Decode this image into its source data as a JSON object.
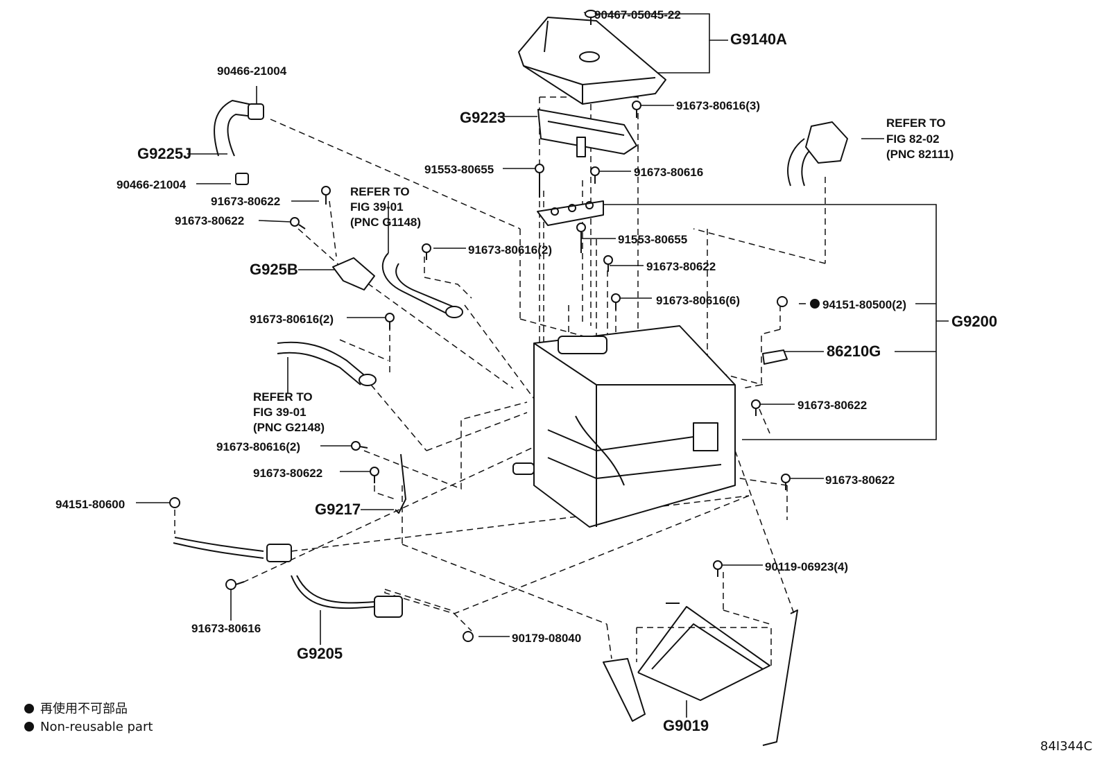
{
  "labels": {
    "p_90467": "90467-05045-22",
    "p_g9140a": "G9140A",
    "p_90466_top": "90466-21004",
    "p_g9223": "G9223",
    "p_91673_80616_3": "91673-80616(3)",
    "p_refer_82_l1": "REFER TO",
    "p_refer_82_l2": "FIG 82-02",
    "p_refer_82_l3": "(PNC 82111)",
    "p_g9225j": "G9225J",
    "p_91553_a": "91553-80655",
    "p_91673_80616_a": "91673-80616",
    "p_90466_bot": "90466-21004",
    "p_91673_80622_a": "91673-80622",
    "p_refer_39a_l1": "REFER TO",
    "p_refer_39a_l2": "FIG 39-01",
    "p_refer_39a_l3": "(PNC G1148)",
    "p_91673_80622_b": "91673-80622",
    "p_91553_b": "91553-80655",
    "p_91673_80616_2a": "91673-80616(2)",
    "p_g925b": "G925B",
    "p_91673_80622_c": "91673-80622",
    "p_91673_80616_6": "91673-80616(6)",
    "p_94151_80500": "94151-80500(2)",
    "p_g9200": "G9200",
    "p_91673_80616_2b": "91673-80616(2)",
    "p_86210g": "86210G",
    "p_refer_39b_l1": "REFER TO",
    "p_refer_39b_l2": "FIG 39-01",
    "p_refer_39b_l3": "(PNC G2148)",
    "p_91673_80622_d": "91673-80622",
    "p_91673_80616_2c": "91673-80616(2)",
    "p_91673_80622_e": "91673-80622",
    "p_91673_80622_f": "91673-80622",
    "p_94151_80600": "94151-80600",
    "p_g9217": "G9217",
    "p_90119": "90119-06923(4)",
    "p_91673_80616_b": "91673-80616",
    "p_g9205": "G9205",
    "p_90179": "90179-08040",
    "p_g9019": "G9019"
  },
  "legend": {
    "jp": "再使用不可部品",
    "en": "Non-reusable part"
  },
  "figure_id": "84I344C",
  "icons": {
    "non_reusable": "filled-circle-bullet"
  }
}
